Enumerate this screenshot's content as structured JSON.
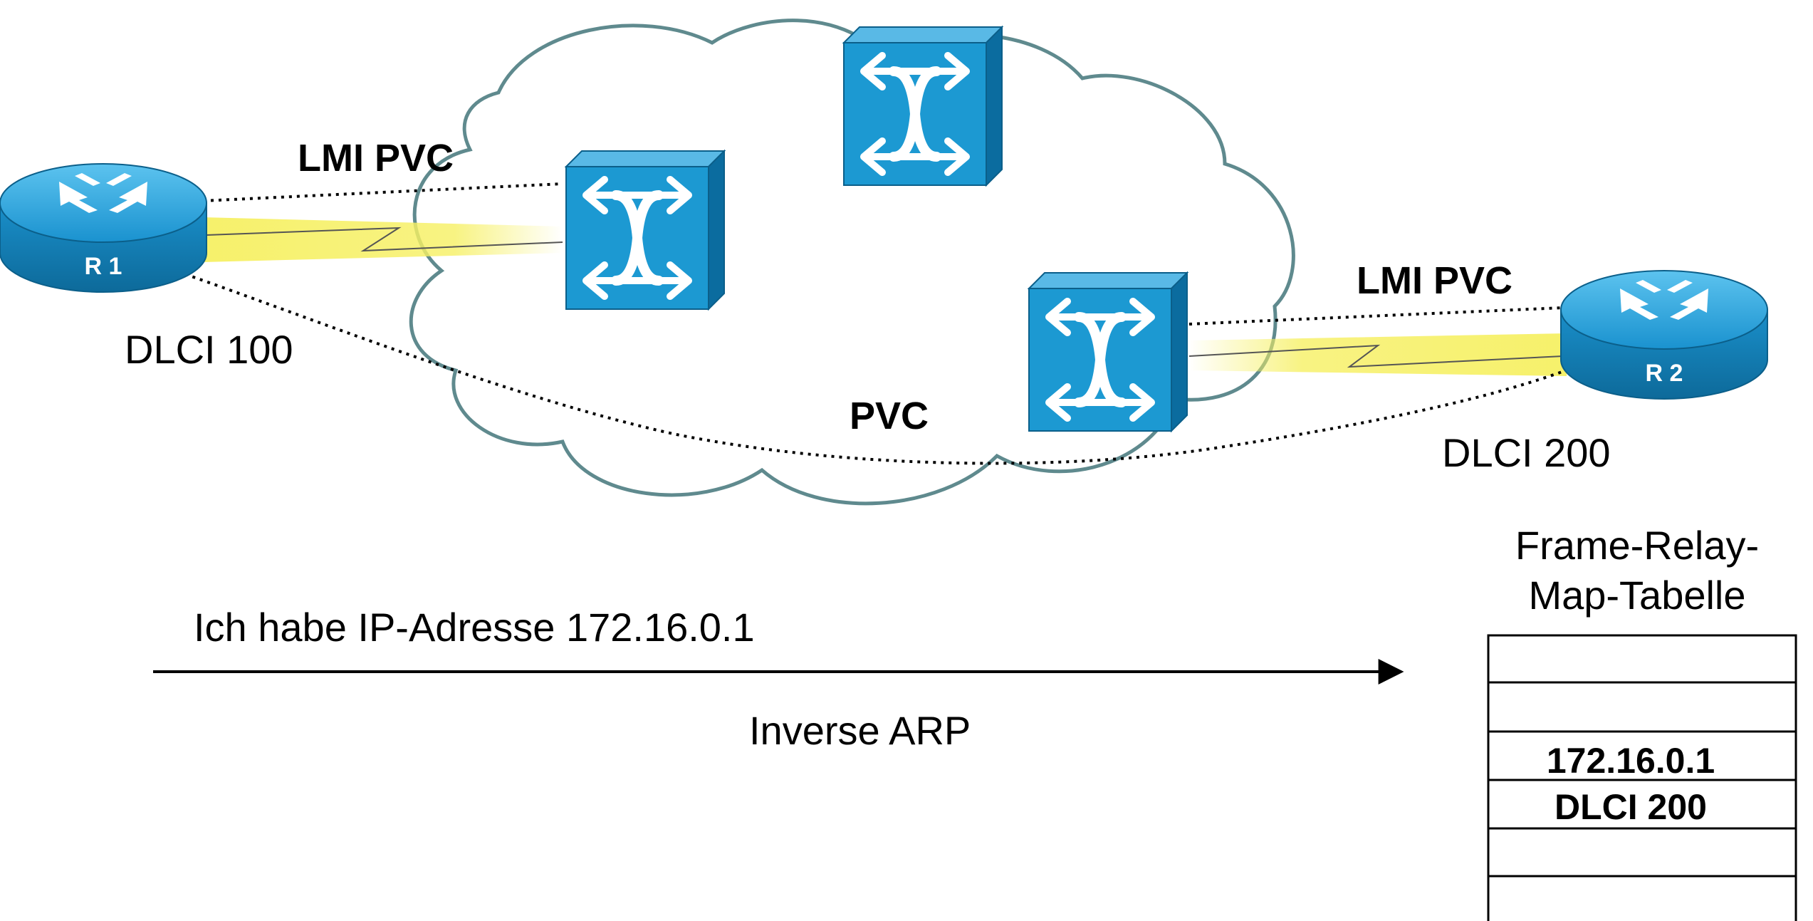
{
  "labels": {
    "lmi_pvc_left": "LMI PVC",
    "lmi_pvc_right": "LMI PVC",
    "dlci_left": "DLCI 100",
    "dlci_right": "DLCI 200",
    "pvc": "PVC",
    "message": "Ich habe IP-Adresse 172.16.0.1",
    "protocol": "Inverse ARP"
  },
  "routers": {
    "r1": "R 1",
    "r2": "R 2"
  },
  "map_table": {
    "title_line1": "Frame-Relay-",
    "title_line2": "Map-Tabelle",
    "row_ip": "172.16.0.1",
    "row_dlci": "DLCI 200"
  },
  "colors": {
    "device_blue": "#1c99d2",
    "device_dark": "#0b5f8a",
    "cloud_stroke": "#5f8a8e",
    "link_glow": "#f5f060"
  }
}
